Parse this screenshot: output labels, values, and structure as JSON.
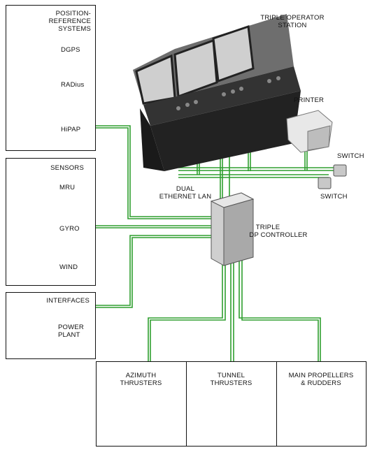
{
  "position_box": {
    "title_line1": "POSITION-",
    "title_line2": "REFERENCE",
    "title_line3": "SYSTEMS",
    "items": [
      "DGPS",
      "RADius",
      "HiPAP"
    ]
  },
  "sensors_box": {
    "title": "SENSORS",
    "items": [
      "MRU",
      "GYRO",
      "WIND"
    ]
  },
  "interfaces_box": {
    "title": "INTERFACES",
    "item_line1": "POWER",
    "item_line2": "PLANT"
  },
  "station": {
    "line1": "TRIPLE OPERATOR",
    "line2": "STATION"
  },
  "printer": "PRINTER",
  "switch_top": "SWITCH",
  "switch_bottom": "SWITCH",
  "lan": {
    "line1": "DUAL",
    "line2": "ETHERNET LAN"
  },
  "controller": {
    "line1": "TRIPLE",
    "line2": "DP CONTROLLER"
  },
  "thrusters": {
    "azimuth": {
      "line1": "AZIMUTH",
      "line2": "THRUSTERS"
    },
    "tunnel": {
      "line1": "TUNNEL",
      "line2": "THRUSTERS"
    },
    "main": {
      "line1": "MAIN PROPELLERS",
      "line2": "& RUDDERS"
    }
  },
  "colors": {
    "network": "#2e9e2e",
    "thruster": "#e07a1e",
    "sensor": "#1f6fc0"
  }
}
